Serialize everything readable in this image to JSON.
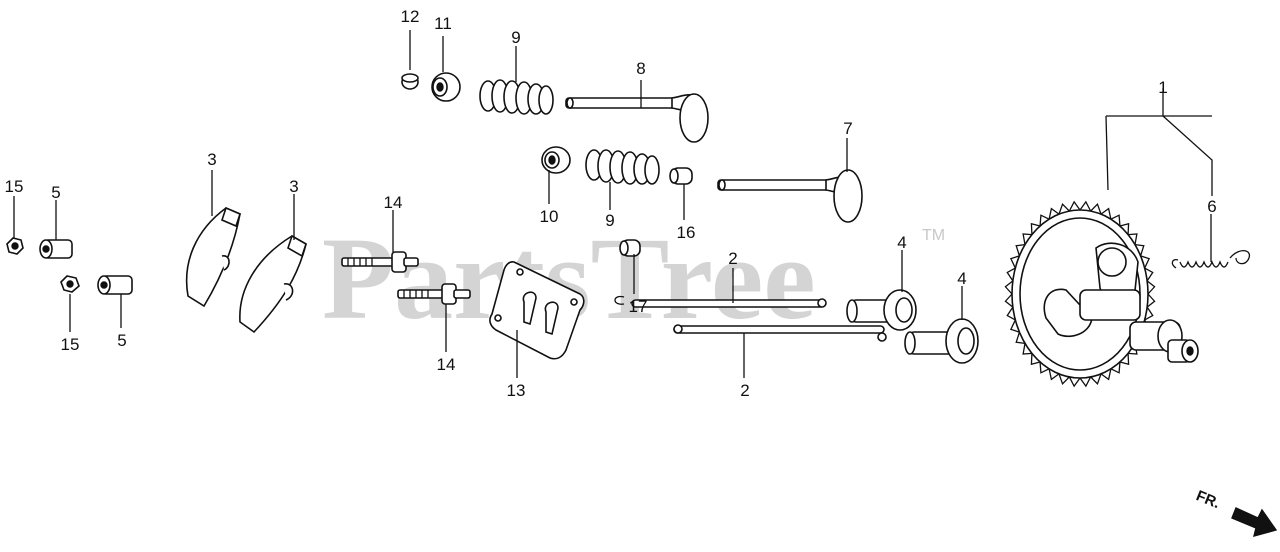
{
  "watermark": {
    "text": "PartsTree",
    "trademark": "TM"
  },
  "direction_marker": {
    "text": "FR."
  },
  "callouts": [
    {
      "id": "c12",
      "label": "12"
    },
    {
      "id": "c11",
      "label": "11"
    },
    {
      "id": "c9a",
      "label": "9"
    },
    {
      "id": "c8",
      "label": "8"
    },
    {
      "id": "c7",
      "label": "7"
    },
    {
      "id": "c1",
      "label": "1"
    },
    {
      "id": "c6",
      "label": "6"
    },
    {
      "id": "c10",
      "label": "10"
    },
    {
      "id": "c9b",
      "label": "9"
    },
    {
      "id": "c16",
      "label": "16"
    },
    {
      "id": "c17",
      "label": "17"
    },
    {
      "id": "c3a",
      "label": "3"
    },
    {
      "id": "c3b",
      "label": "3"
    },
    {
      "id": "c15a",
      "label": "15"
    },
    {
      "id": "c5a",
      "label": "5"
    },
    {
      "id": "c15b",
      "label": "15"
    },
    {
      "id": "c5b",
      "label": "5"
    },
    {
      "id": "c14a",
      "label": "14"
    },
    {
      "id": "c14b",
      "label": "14"
    },
    {
      "id": "c13",
      "label": "13"
    },
    {
      "id": "c2a",
      "label": "2"
    },
    {
      "id": "c2b",
      "label": "2"
    },
    {
      "id": "c4a",
      "label": "4"
    },
    {
      "id": "c4b",
      "label": "4"
    }
  ]
}
